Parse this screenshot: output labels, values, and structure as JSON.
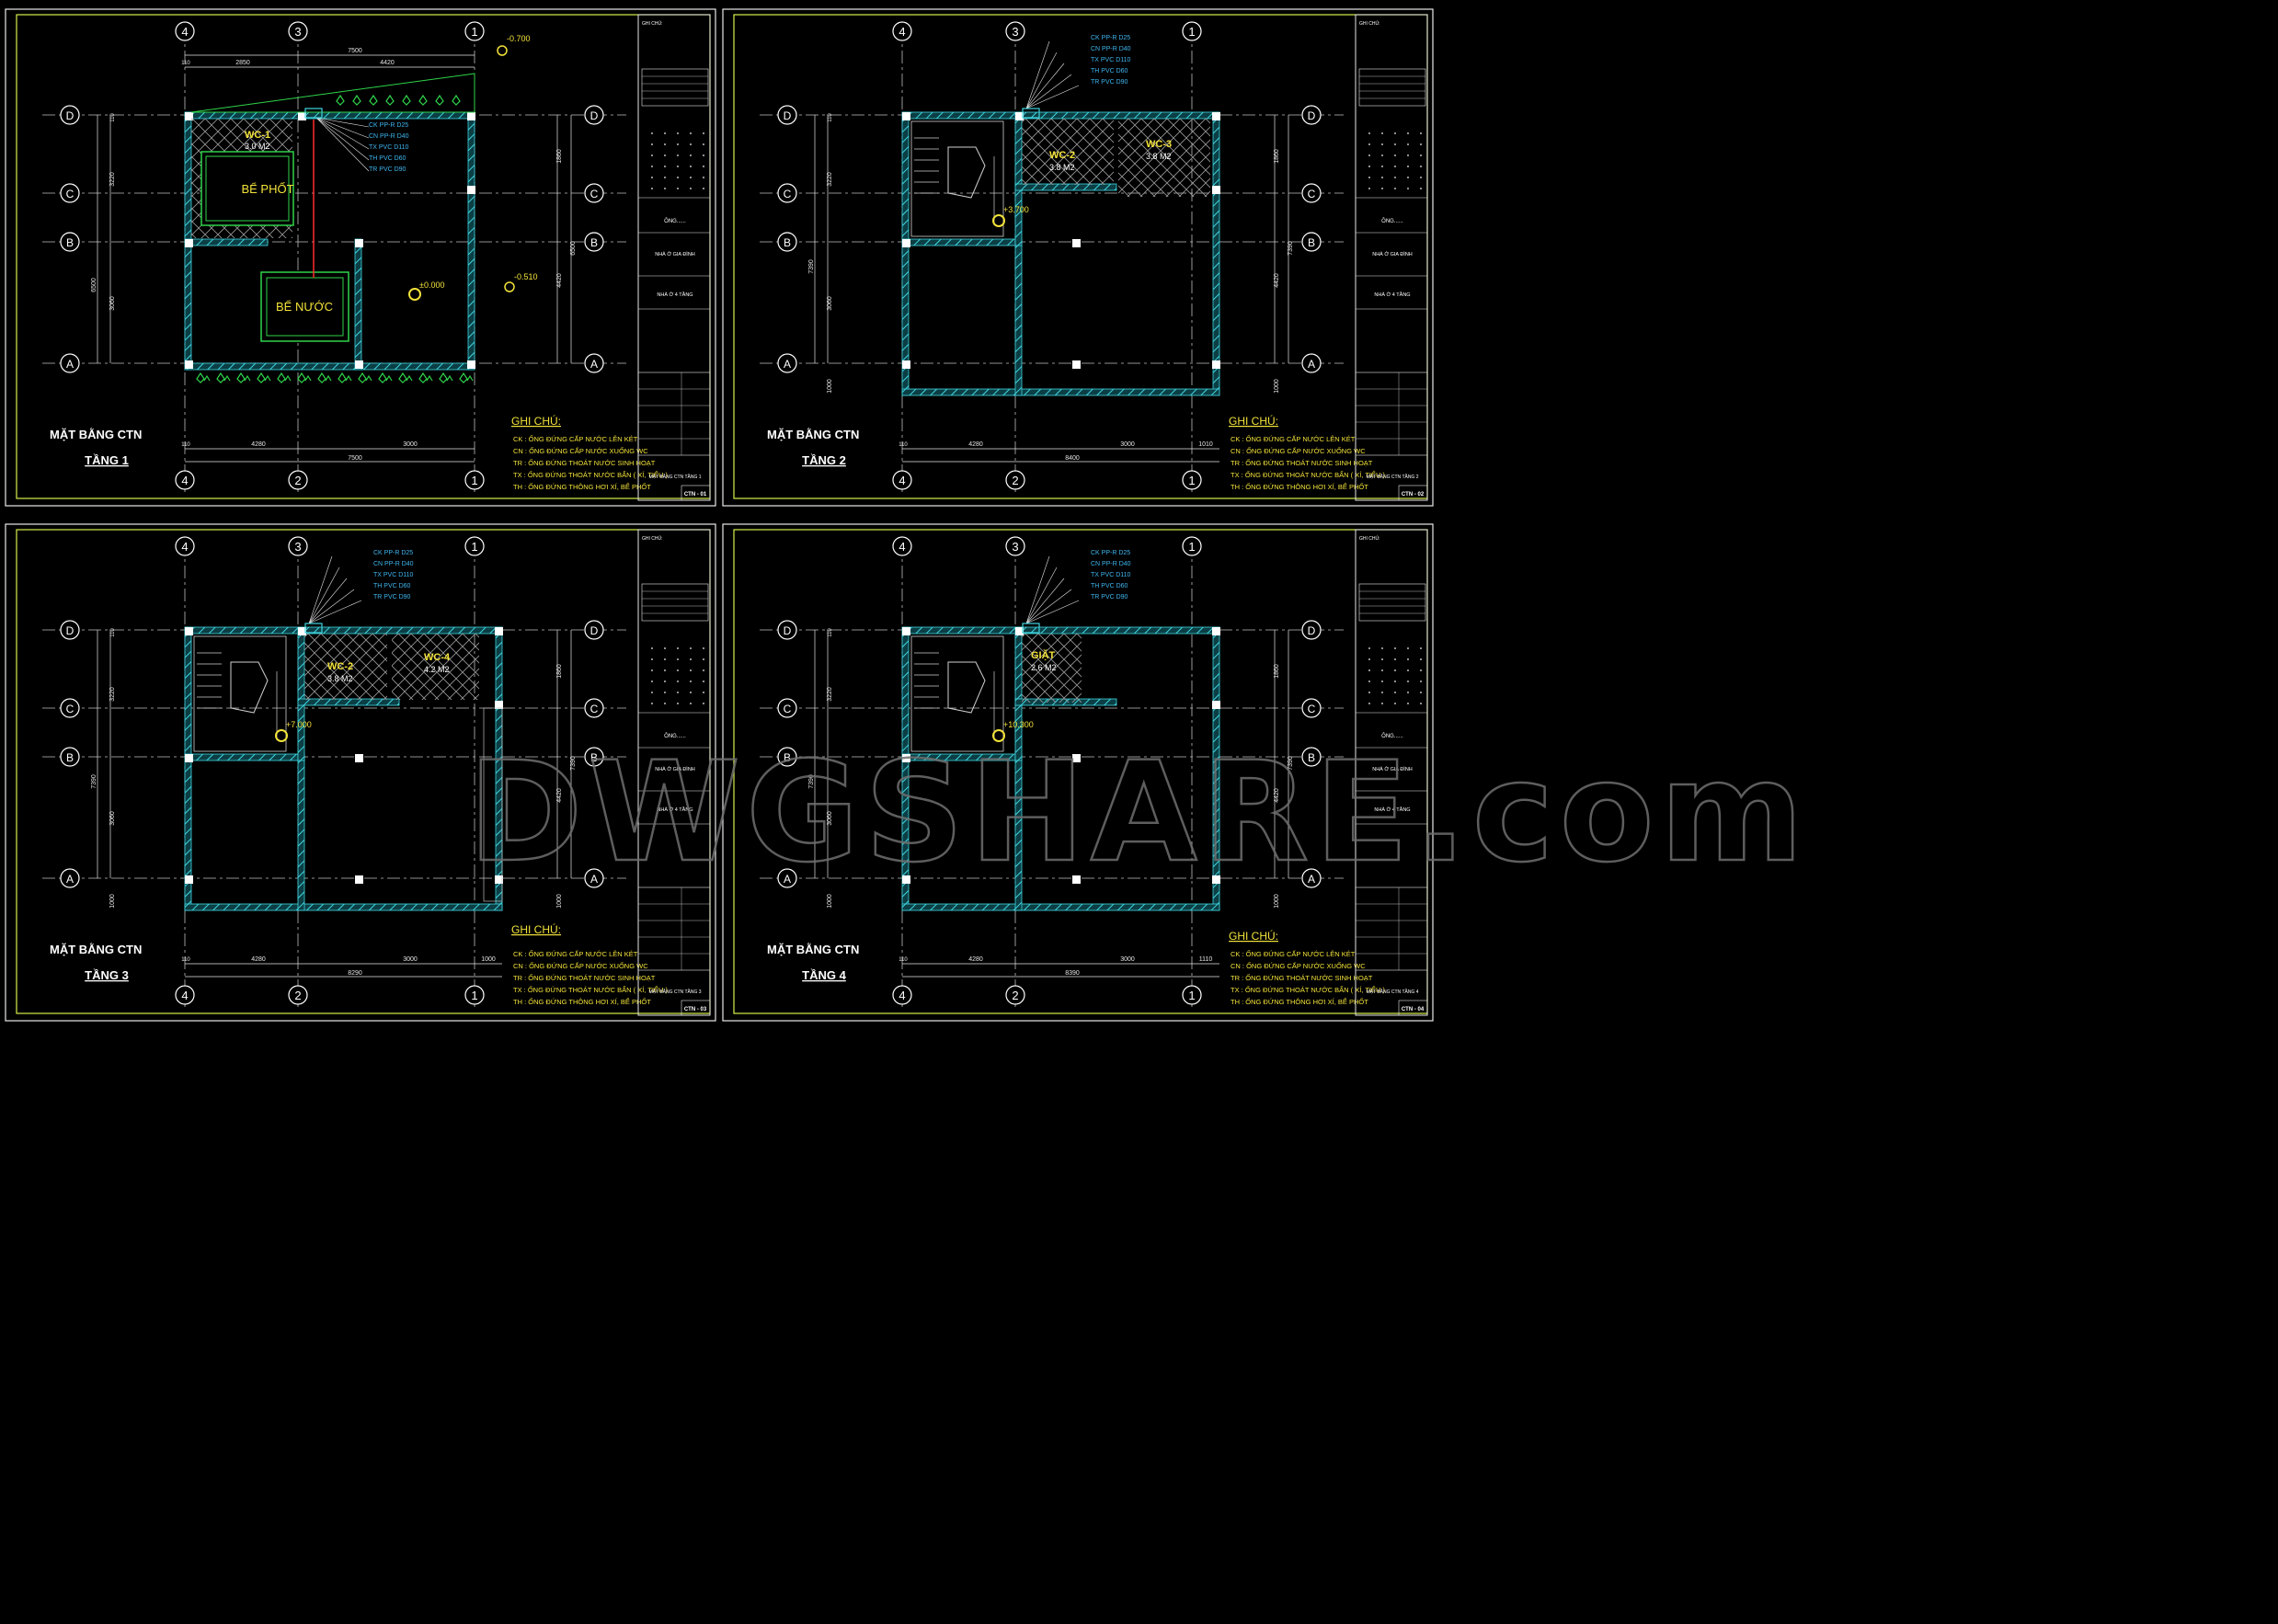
{
  "watermark": "DWGSHARE.com",
  "colors": {
    "wall_outline": "#3fd6e0",
    "wall_hatch": "#1c8f96",
    "sheet_border": "#d9f04a",
    "axis_line": "#bfbfbf",
    "dim": "#e6e6e6",
    "label_yellow": "#f2e23a",
    "note_yellow": "#f2e23a",
    "pipe_cyan": "#3fb6f0",
    "grid_bubble": "#ffffff",
    "plant_green": "#2fd34a",
    "riser_red": "#ff2a2a"
  },
  "legend": {
    "title": "GHI CHÚ:",
    "lines": [
      "CK : ỐNG ĐỨNG CẤP NƯỚC LÊN KÉT",
      "CN : ỐNG ĐỨNG CẤP NƯỚC XUỐNG WC",
      "TR : ỐNG ĐỨNG THOÁT NƯỚC SINH HOẠT",
      "TX : ỐNG ĐỨNG THOÁT NƯỚC BẨN ( XÍ, TIỂU )",
      "TH : ỐNG ĐỨNG THÔNG HƠI XÍ, BỂ PHỐT"
    ]
  },
  "titleblock": {
    "ghi_chu": "GHI CHÚ:",
    "owner": "ÔNG......",
    "project": "NHÀ Ở GIA ĐÌNH",
    "item": "NHÀ Ở 4 TẦNG"
  },
  "grid_labels": {
    "cols_top": [
      "4",
      "3",
      "1"
    ],
    "cols_bottom": [
      "4",
      "2",
      "1"
    ],
    "rows": [
      "D",
      "C",
      "B",
      "A"
    ]
  },
  "sheets": [
    {
      "title": "MẶT BẰNG CTN",
      "floor": "TẦNG 1",
      "code": "CTN - 01",
      "sheet_name": "MẶT BẰNG CTN TẦNG 1",
      "level": "±0.000",
      "top_dim_total": "7500",
      "top_dims": [
        "2850",
        "4420"
      ],
      "bottom_dim_total": "7500",
      "bottom_dims": [
        "4280",
        "3000"
      ],
      "left_dims": [
        "3220",
        "3060"
      ],
      "left_total": "6500",
      "right_dims": [
        "1860",
        "4420"
      ],
      "right_total": "6500",
      "rooms": [
        {
          "name": "WC-1",
          "area": "3.0 M2"
        },
        {
          "name": "BỂ PHỐT",
          "area": ""
        },
        {
          "name": "BỂ NƯỚC",
          "area": ""
        }
      ],
      "extra_levels": [
        "-0.700",
        "-0.510"
      ],
      "pipes": [
        "CK PP-R D25",
        "CN PP-R D40",
        "TX PVC D110",
        "TH PVC D60",
        "TR PVC D90"
      ]
    },
    {
      "title": "MẶT BẰNG CTN",
      "floor": "TẦNG 2",
      "code": "CTN - 02",
      "sheet_name": "MẶT BẰNG CTN TẦNG 2",
      "level": "+3.700",
      "top_dim_total": "",
      "top_dims": [],
      "bottom_dim_total": "8400",
      "bottom_dims": [
        "4280",
        "3000",
        "1010"
      ],
      "left_dims": [
        "3220",
        "3060",
        "1000"
      ],
      "left_total": "7390",
      "right_dims": [
        "1860",
        "4420",
        "1000"
      ],
      "right_total": "7390",
      "rooms": [
        {
          "name": "WC-2",
          "area": "3.8 M2"
        },
        {
          "name": "WC-3",
          "area": "3.8 M2"
        }
      ],
      "extra_levels": [],
      "pipes": [
        "CK PP-R D25",
        "CN PP-R D40",
        "TX PVC D110",
        "TH PVC D60",
        "TR PVC D90"
      ]
    },
    {
      "title": "MẶT BẰNG CTN",
      "floor": "TẦNG 3",
      "code": "CTN - 03",
      "sheet_name": "MẶT BẰNG CTN TẦNG 3",
      "level": "+7.000",
      "top_dim_total": "",
      "top_dims": [],
      "bottom_dim_total": "8290",
      "bottom_dims": [
        "4280",
        "3000",
        "1000"
      ],
      "left_dims": [
        "3220",
        "3060",
        "1000"
      ],
      "left_total": "7390",
      "right_dims": [
        "1860",
        "4420",
        "1000"
      ],
      "right_total": "7390",
      "rooms": [
        {
          "name": "WC-2",
          "area": "3.8 M2"
        },
        {
          "name": "WC-4",
          "area": "4.2 M2"
        }
      ],
      "extra_levels": [],
      "pipes": [
        "CK PP-R D25",
        "CN PP-R D40",
        "TX PVC D110",
        "TH PVC D60",
        "TR PVC D90"
      ]
    },
    {
      "title": "MẶT BẰNG CTN",
      "floor": "TẦNG 4",
      "code": "CTN - 04",
      "sheet_name": "MẶT BẰNG CTN TẦNG 4",
      "level": "+10.300",
      "top_dim_total": "",
      "top_dims": [],
      "bottom_dim_total": "8390",
      "bottom_dims": [
        "4280",
        "3000",
        "1110"
      ],
      "left_dims": [
        "3220",
        "3060",
        "1000"
      ],
      "left_total": "7390",
      "right_dims": [
        "1860",
        "4420",
        "1000"
      ],
      "right_total": "7390",
      "rooms": [
        {
          "name": "GIẶT",
          "area": "2.6 M2"
        }
      ],
      "extra_levels": [],
      "pipes": [
        "CK PP-R D25",
        "CN PP-R D40",
        "TX PVC D110",
        "TH PVC D60",
        "TR PVC D90"
      ]
    }
  ]
}
